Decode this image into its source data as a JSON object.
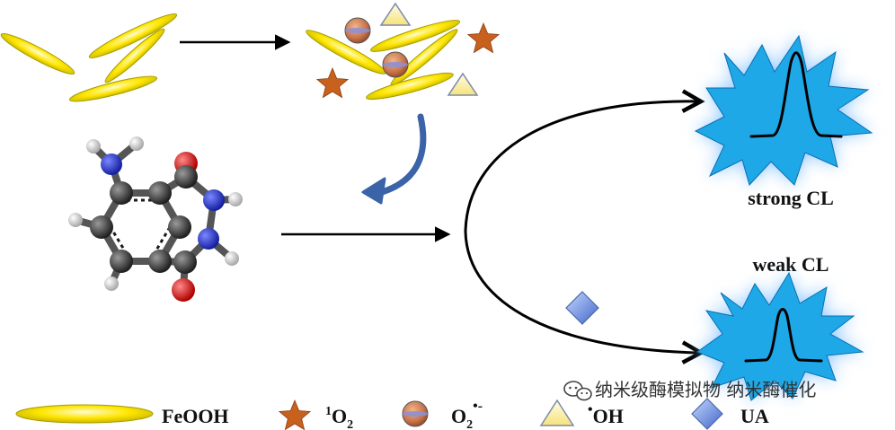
{
  "labels": {
    "strong": "strong CL",
    "weak": "weak CL"
  },
  "legend": {
    "feooh": "FeOOH",
    "singlet_sup": "1",
    "singlet_main": "O",
    "singlet_sub": "2",
    "superoxide_main": "O",
    "superoxide_sub": "2",
    "superoxide_sup": "•-",
    "hydroxyl_dot": "•",
    "hydroxyl": "OH",
    "ua": "UA"
  },
  "watermark": {
    "text": "纳米级酶模拟物 纳米酶催化"
  },
  "colors": {
    "nanorod": "#ffe300",
    "nanorod_edge": "#a59c00",
    "star": "#c8601e",
    "sphere": "#c8734a",
    "sphere_band": "#8b8fd8",
    "triangle": "#fdf2b0",
    "triangle_edge": "#7a8aa8",
    "diamond": "#6c8fd8",
    "burst": "#1ea8e8",
    "burst_glow": "#8ec7ff",
    "curved_arrow": "#3b63a8",
    "carbon": "#3a3a3a",
    "nitrogen": "#2434c8",
    "oxygen": "#d81818",
    "hydrogen": "#e6e6e6"
  }
}
